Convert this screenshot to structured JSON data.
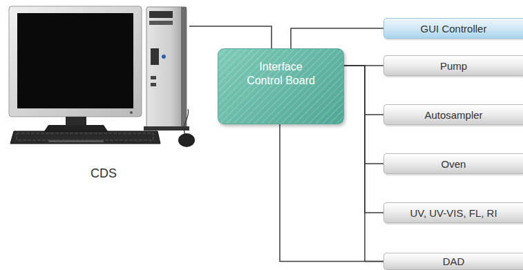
{
  "diagram": {
    "nodes": [
      {
        "text": [
          "CDS"
        ]
      },
      {
        "text": [
          "Interface Control Board"
        ]
      },
      {
        "text": [
          "GUI Controller"
        ]
      },
      {
        "text": [
          "Pump"
        ]
      },
      {
        "text": [
          "Autosampler"
        ]
      },
      {
        "text": [
          "Oven"
        ]
      },
      {
        "text": [
          "UV, UV-VIS, FL, RI"
        ]
      },
      {
        "text": [
          "DAD"
        ]
      }
    ],
    "edges": [
      {
        "from": 0,
        "to": 1,
        "arrow": "none"
      },
      {
        "from": 1,
        "to": 2,
        "arrow": "none"
      },
      {
        "from": 1,
        "to": 3,
        "arrow": "none"
      },
      {
        "from": 1,
        "to": 4,
        "arrow": "none"
      },
      {
        "from": 1,
        "to": 5,
        "arrow": "none"
      },
      {
        "from": 1,
        "to": 6,
        "arrow": "none"
      },
      {
        "from": 1,
        "to": 7,
        "arrow": "none"
      },
      {
        "from": 1,
        "to": 7,
        "arrow": "none"
      }
    ]
  }
}
